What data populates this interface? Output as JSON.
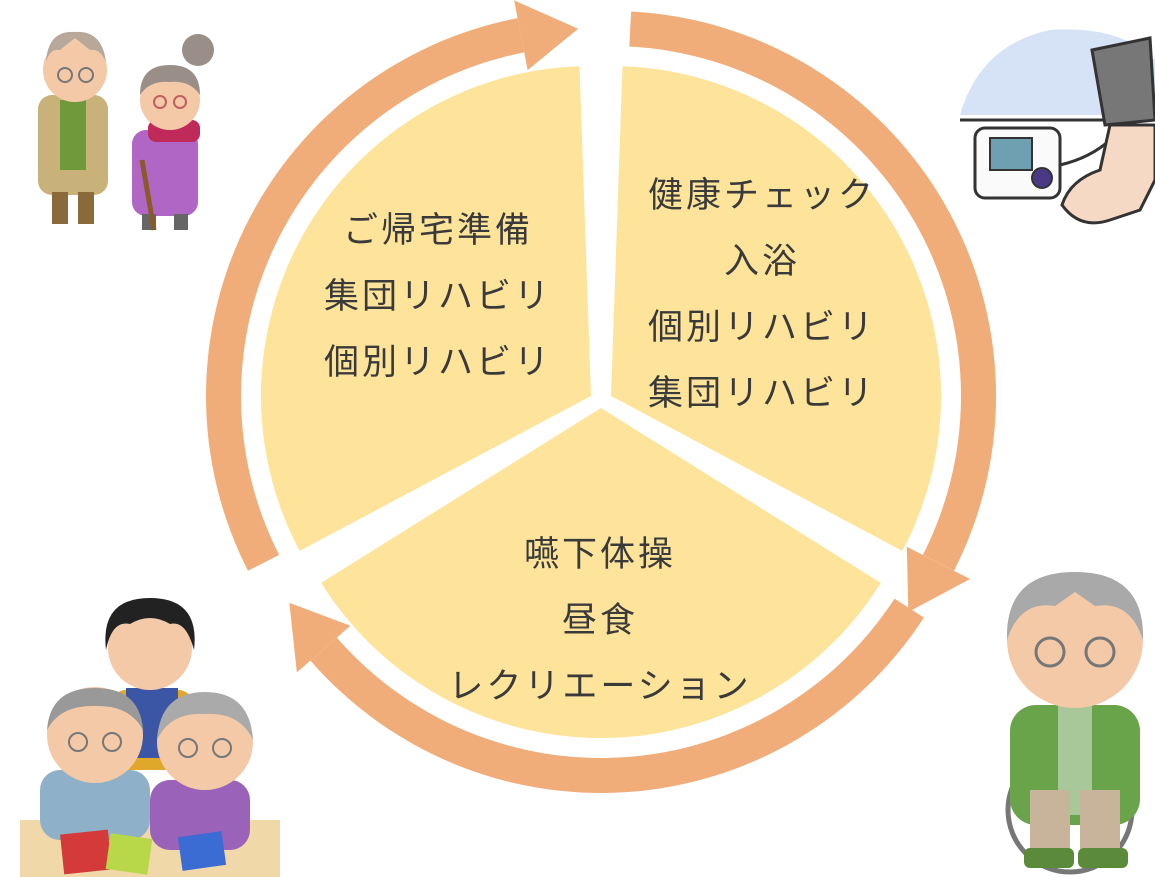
{
  "cycle": {
    "segments": [
      {
        "id": "left",
        "items": [
          "ご帰宅準備",
          "集団リハビリ",
          "個別リハビリ"
        ]
      },
      {
        "id": "right",
        "items": [
          "健康チェック",
          "入浴",
          "個別リハビリ",
          "集団リハビリ"
        ]
      },
      {
        "id": "bottom",
        "items": [
          "嚥下体操",
          "昼食",
          "レクリエーション"
        ]
      }
    ],
    "colors": {
      "fill": "#fde49a",
      "arrow": "#f0ad7a",
      "text": "#3a3a3a"
    }
  },
  "illustrations": [
    {
      "corner": "top-left",
      "icon": "elderly-couple-icon"
    },
    {
      "corner": "top-right",
      "icon": "blood-pressure-monitor-icon"
    },
    {
      "corner": "bottom-left",
      "icon": "group-recreation-icon"
    },
    {
      "corner": "bottom-right",
      "icon": "wheelchair-man-icon"
    }
  ]
}
